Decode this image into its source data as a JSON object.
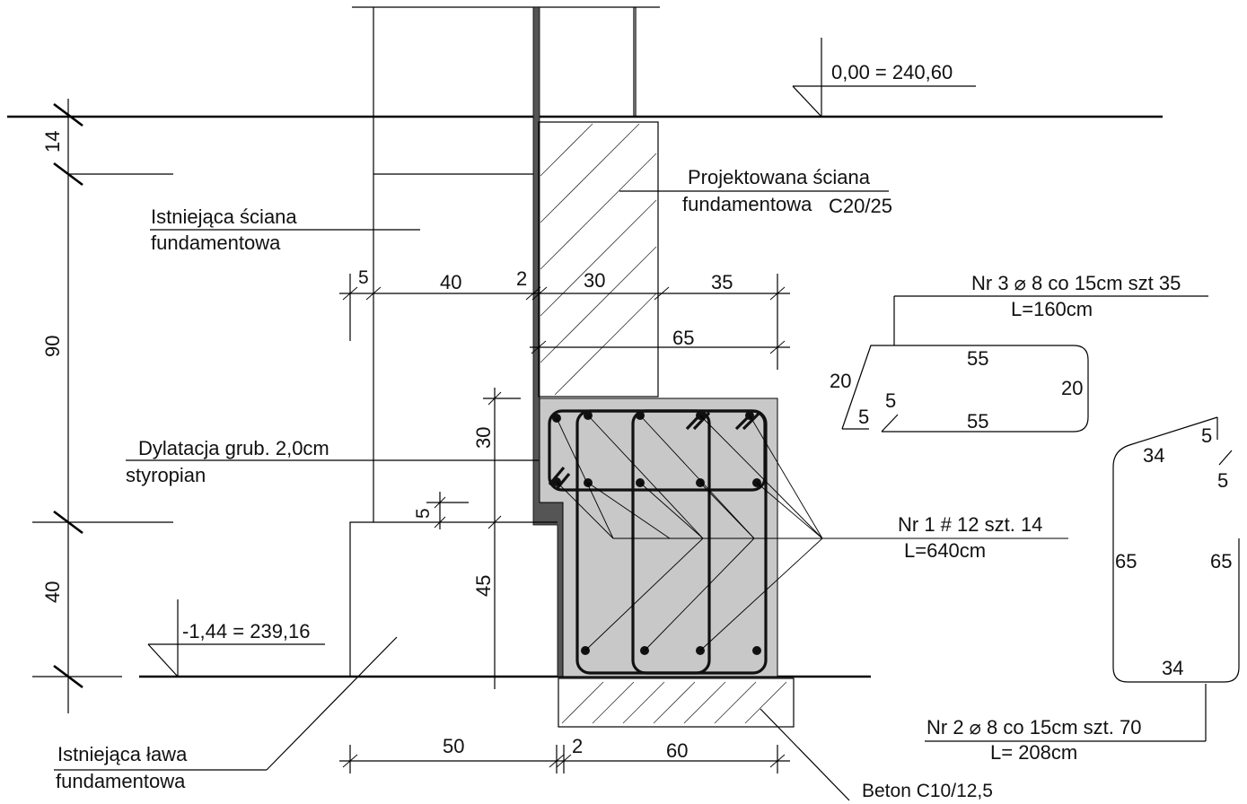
{
  "levels": {
    "top": "0,00 = 240,60",
    "bottom": "-1,44 = 239,16"
  },
  "labels": {
    "existing_wall_1": "Istniejąca ściana",
    "existing_wall_2": "fundamentowa",
    "new_wall_1": "Projektowana ściana",
    "new_wall_2": "fundamentowa",
    "new_wall_class": "C20/25",
    "dilatation_1": "Dylatacja grub. 2,0cm",
    "dilatation_2": "styropian",
    "existing_footing_1": "Istniejąca ława",
    "existing_footing_2": "fundamentowa",
    "lean_concrete": "Beton C10/12,5"
  },
  "bars": {
    "nr1_title": "Nr 1 # 12  szt. 14",
    "nr1_length": "L=640cm",
    "nr2_title": "Nr 2 ⌀ 8 co 15cm  szt. 70",
    "nr2_length": "L= 208cm",
    "nr3_title": "Nr 3 ⌀ 8 co 15cm  szt 35",
    "nr3_length": "L=160cm"
  },
  "shape3_dims": {
    "top": "55",
    "bottom": "55",
    "left": "20",
    "right": "20",
    "hook_a": "5",
    "hook_b": "5"
  },
  "shape2_dims": {
    "top": "34",
    "hook_top": "5",
    "hook_side": "5",
    "left": "65",
    "right": "65",
    "bottom": "34"
  },
  "dims": {
    "d14": "14",
    "d90": "90",
    "d40_left": "40",
    "d5_top": "5",
    "d40_top": "40",
    "d2_top": "2",
    "d30_top": "30",
    "d35": "35",
    "d65": "65",
    "d30_vert": "30",
    "d5_vert": "5",
    "d45": "45",
    "d50": "50",
    "d2_bottom": "2",
    "d60": "60"
  }
}
